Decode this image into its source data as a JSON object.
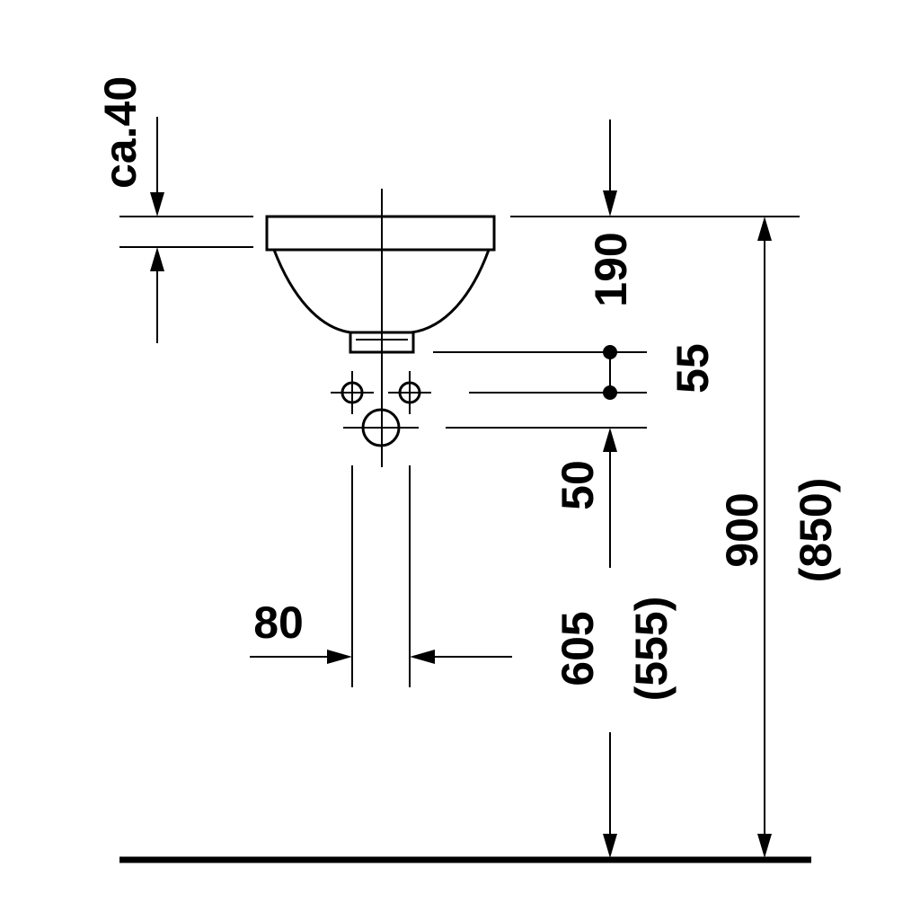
{
  "labels": {
    "top_clearance": "ca.40",
    "bowl_depth": "190",
    "pipe_spacing_vertical": "55",
    "drain_offset": "50",
    "pipe_spacing_horizontal": "80",
    "drain_height": "605",
    "drain_height_alt": "(555)",
    "rim_height": "900",
    "rim_height_alt": "(850)"
  },
  "colors": {
    "line": "#000000",
    "background": "#ffffff"
  }
}
